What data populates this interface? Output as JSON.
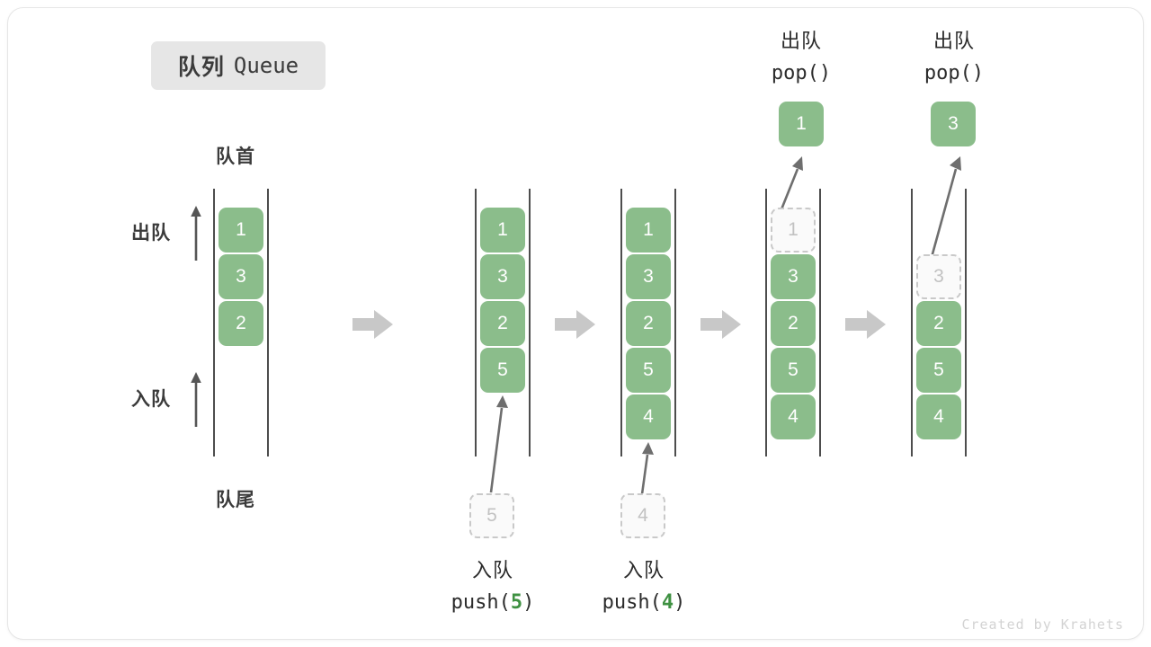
{
  "title": {
    "cn": "队列",
    "en": "Queue"
  },
  "labels": {
    "head": "队首",
    "tail": "队尾",
    "dequeue_dir": "出队",
    "enqueue_dir": "入队"
  },
  "watermark": "Created by Krahets",
  "colors": {
    "element_fill": "#8bbd8b",
    "element_text": "#ffffff",
    "ghost_fill": "#fafafa",
    "ghost_border": "#c9c9c9",
    "ghost_text": "#c2c2c2",
    "rail": "#4d4d4d",
    "step_arrow": "#c8c8c8",
    "accent_number": "#3f9142",
    "badge_bg": "#e6e6e6",
    "card_bg": "#ffffff"
  },
  "steps": [
    {
      "id": "initial",
      "elements": [
        "1",
        "3",
        "2"
      ],
      "ghost_index": -1,
      "operation": null
    },
    {
      "id": "push-5",
      "elements": [
        "1",
        "3",
        "2",
        "5"
      ],
      "ghost_index": -1,
      "operation": {
        "kind": "push",
        "cn": "入队",
        "code_prefix": "push(",
        "value": "5",
        "code_suffix": ")",
        "incoming_value": "5"
      }
    },
    {
      "id": "push-4",
      "elements": [
        "1",
        "3",
        "2",
        "5",
        "4"
      ],
      "ghost_index": -1,
      "operation": {
        "kind": "push",
        "cn": "入队",
        "code_prefix": "push(",
        "value": "4",
        "code_suffix": ")",
        "incoming_value": "4"
      }
    },
    {
      "id": "pop-1",
      "elements": [
        "1",
        "3",
        "2",
        "5",
        "4"
      ],
      "ghost_index": 0,
      "operation": {
        "kind": "pop",
        "cn": "出队",
        "code_prefix": "pop(",
        "value": "",
        "code_suffix": ")",
        "outgoing_value": "1"
      }
    },
    {
      "id": "pop-3",
      "elements": [
        "",
        "3",
        "2",
        "5",
        "4"
      ],
      "ghost_index": 1,
      "operation": {
        "kind": "pop",
        "cn": "出队",
        "code_prefix": "pop(",
        "value": "",
        "code_suffix": ")",
        "outgoing_value": "3"
      }
    }
  ]
}
